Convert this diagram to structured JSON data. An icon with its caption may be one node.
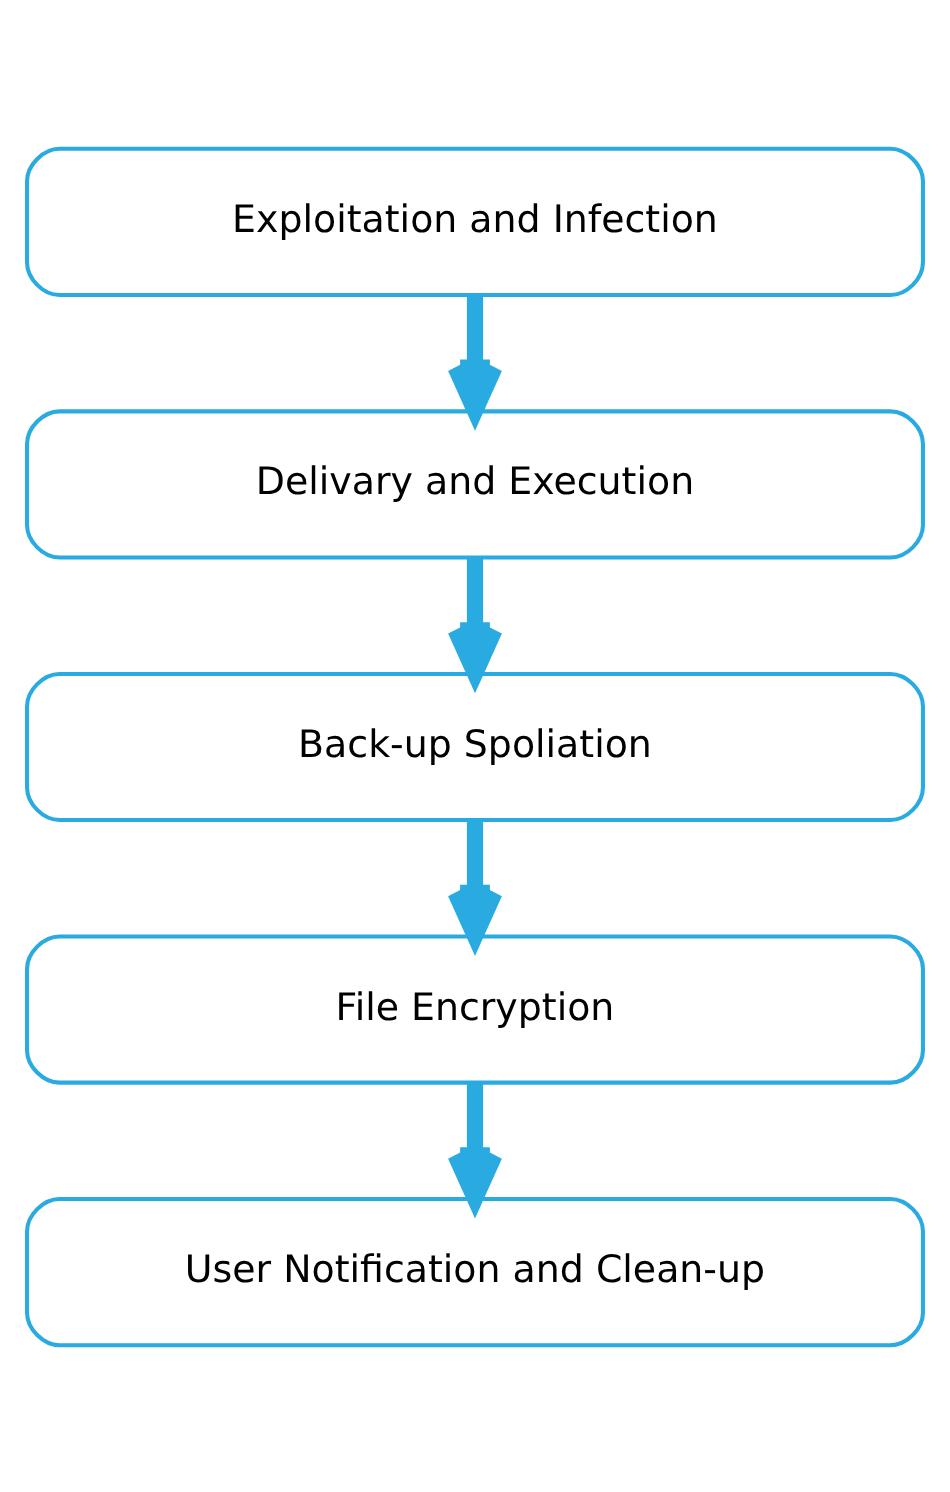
{
  "diagram": {
    "nodes": [
      {
        "text": [
          "Exploitation and Infection"
        ]
      },
      {
        "text": [
          "Delivary and Execution"
        ]
      },
      {
        "text": [
          "Back-up Spoliation"
        ]
      },
      {
        "text": [
          "File Encryption"
        ]
      },
      {
        "text": [
          "User Notification and Clean-up"
        ]
      }
    ],
    "edges": [
      {
        "from": 0,
        "to": 1,
        "arrow": "to"
      },
      {
        "from": 1,
        "to": 2,
        "arrow": "to"
      },
      {
        "from": 2,
        "to": 3,
        "arrow": "to"
      },
      {
        "from": 3,
        "to": 4,
        "arrow": "to"
      }
    ]
  }
}
